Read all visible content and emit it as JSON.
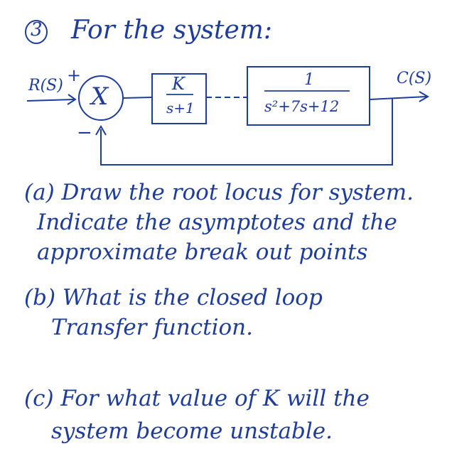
{
  "header": {
    "number": "3",
    "title": "For the system:"
  },
  "diagram": {
    "input_label": "R(S)",
    "plus_sign": "+",
    "minus_sign": "−",
    "summer_symbol": "X",
    "block1": {
      "numerator": "K",
      "denominator": "s+1"
    },
    "block2": {
      "numerator": "1",
      "denominator": "s²+7s+12"
    },
    "output_label": "C(S)"
  },
  "questions": {
    "a": {
      "label": "(a)",
      "lines": [
        "Draw the root locus for system.",
        "Indicate the asymptotes and the",
        "approximate break out points"
      ]
    },
    "b": {
      "label": "(b)",
      "lines": [
        "What is the closed loop",
        "Transfer function."
      ]
    },
    "c": {
      "label": "(c)",
      "lines": [
        "For what value of K will the",
        "system become unstable."
      ]
    }
  }
}
